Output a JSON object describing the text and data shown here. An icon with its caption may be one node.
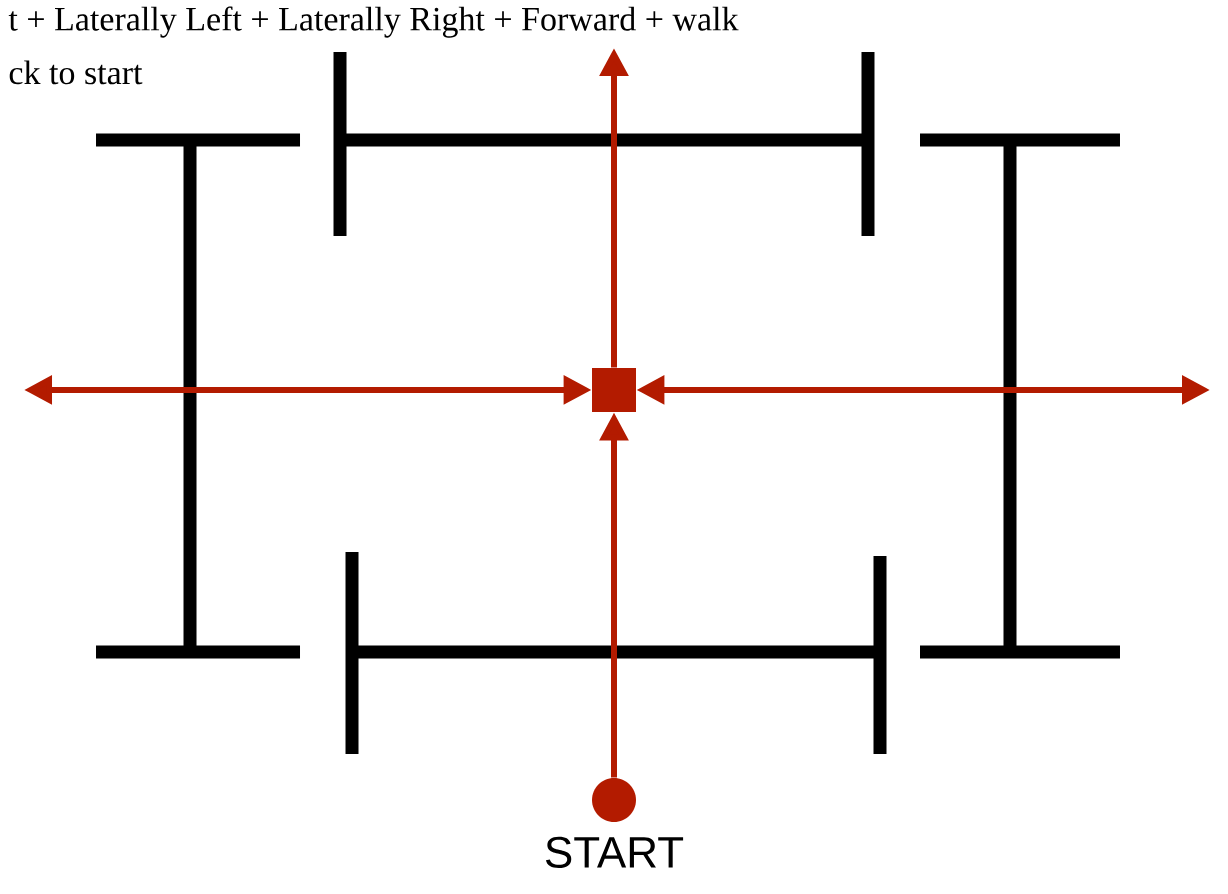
{
  "diagram": {
    "nodes": [
      {
        "text": [],
        "shape": "circle",
        "beside": [
          "START"
        ]
      },
      {
        "text": [],
        "shape": "box"
      }
    ],
    "edges": [
      {
        "from": 0,
        "to": 1,
        "arrow": "to"
      },
      {
        "from": 1,
        "to": null,
        "arrow": "to"
      },
      {
        "from": 1,
        "to": null,
        "arrow": "both"
      },
      {
        "from": 1,
        "to": null,
        "arrow": "both"
      }
    ],
    "labels": [
      "t + Laterally Left + Laterally Right + Forward + walk",
      "ck to start"
    ]
  }
}
